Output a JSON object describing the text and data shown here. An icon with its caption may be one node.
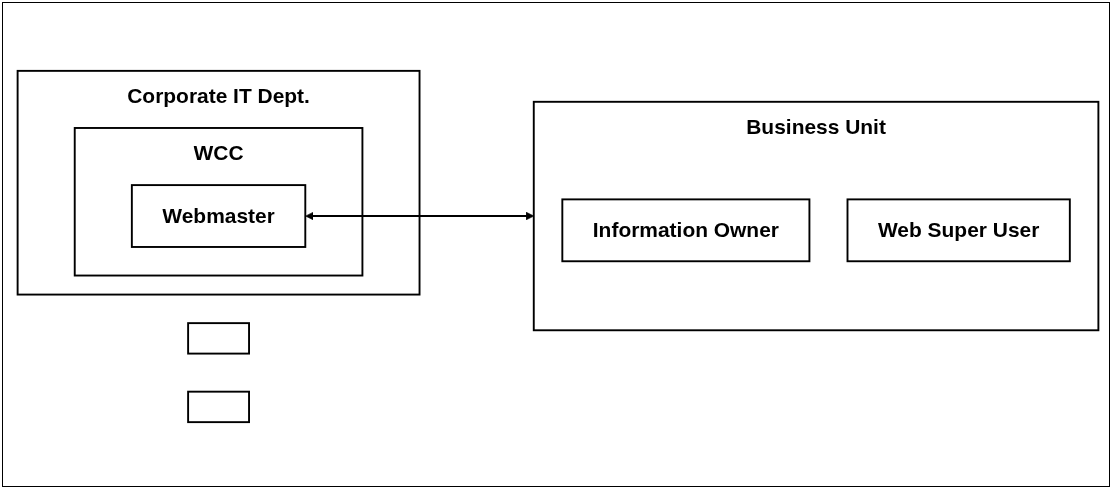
{
  "diagram": {
    "nodes": [
      {
        "text": [
          "Corporate IT Dept."
        ]
      },
      {
        "text": [
          "WCC"
        ],
        "in": 0
      },
      {
        "text": [
          "Webmaster"
        ],
        "in": 1
      },
      {
        "text": [],
        "shape": "box"
      },
      {
        "text": [],
        "shape": "box"
      },
      {
        "text": [
          "Business Unit"
        ]
      },
      {
        "text": [
          "Information Owner"
        ],
        "in": 5
      },
      {
        "text": [
          "Web Super  User"
        ],
        "in": 5
      }
    ],
    "edges": [
      {
        "from": 2,
        "to": 5,
        "arrow": "both"
      }
    ]
  }
}
